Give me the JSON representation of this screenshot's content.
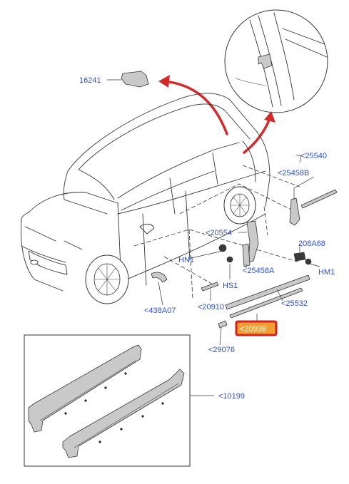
{
  "diagram": {
    "callouts": {
      "p16241": "16241",
      "p25540": "<25540",
      "p25458B": "<25458B",
      "p20554": "<20554",
      "p208A68": "208A68",
      "HN1": "HN1",
      "HS1": "HS1",
      "p25458A": "<25458A",
      "HM1": "HM1",
      "p438A07": "<438A07",
      "p20910": "<20910",
      "p25532": "<25532",
      "p20938": "<20938",
      "p29076": "<29076",
      "p10199": "<10199"
    },
    "colors": {
      "label": "#2f4fd0",
      "arrow": "#d22b2b",
      "highlight_fill": "#f0a030",
      "highlight_border": "#d42020"
    }
  }
}
